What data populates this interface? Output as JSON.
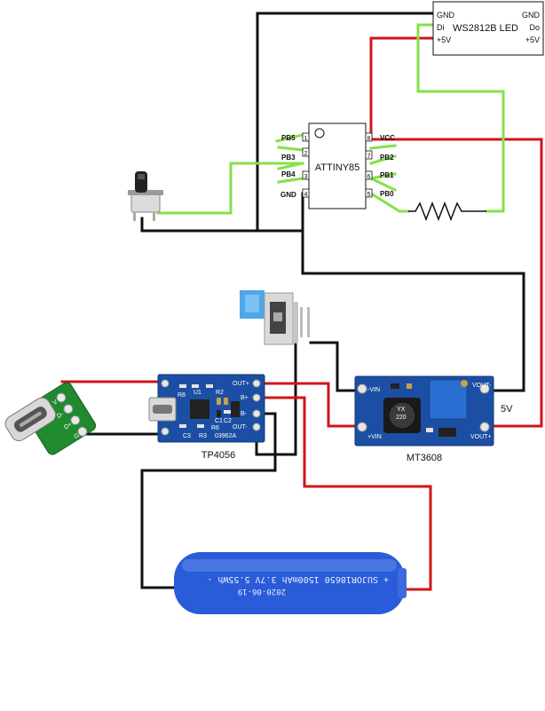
{
  "led": {
    "gnd_left": "GND",
    "gnd_right": "GND",
    "di": "Di",
    "title": "WS2812B LED",
    "do": "Do",
    "v5_left": "+5V",
    "v5_right": "+5V"
  },
  "attiny": {
    "name": "ATTINY85",
    "left_pins": [
      {
        "label": "PB5",
        "num": "1"
      },
      {
        "label": "PB3",
        "num": "2"
      },
      {
        "label": "PB4",
        "num": "3"
      },
      {
        "label": "GND",
        "num": "4"
      }
    ],
    "right_pins": [
      {
        "label": "VCC",
        "num": "8"
      },
      {
        "label": "PB2",
        "num": "7"
      },
      {
        "label": "PB1",
        "num": "6"
      },
      {
        "label": "PB0",
        "num": "5"
      }
    ]
  },
  "modules": {
    "tp4056": {
      "label": "TP4056",
      "silk": {
        "out_plus": "OUT+",
        "b_plus": "B+",
        "b_minus": "B-",
        "out_minus": "OUT-",
        "chip": "03962A",
        "r3": "R3",
        "c3": "C3",
        "r6": "R6",
        "c1": "C1",
        "c2": "C2",
        "r2": "R2",
        "r8": "R8",
        "ic": "U1"
      }
    },
    "mt3608": {
      "label": "MT3608",
      "silk": {
        "vin_minus": "-VIN",
        "vin_plus": "+VIN",
        "vout_minus": "VOUT-",
        "vout_plus": "VOUT+",
        "inductor": "220",
        "inductor_mark": "YX"
      }
    },
    "usbc": {
      "silk": {
        "v": "V",
        "dm": "D-",
        "dp": "D+",
        "g": "G"
      }
    },
    "battery": {
      "text_line1": "2020-06-19",
      "text_line2": "+ SUJOR18650 1500mAh 3.7V 5.55Wh -"
    }
  },
  "labels": {
    "vout": "5V"
  },
  "colors": {
    "wire_black": "#111111",
    "wire_red": "#d0141a",
    "wire_green": "#86e04a",
    "pcb_blue": "#1c4fa3",
    "battery_blue": "#2a5bd8",
    "pcb_green": "#1f8a2e"
  }
}
